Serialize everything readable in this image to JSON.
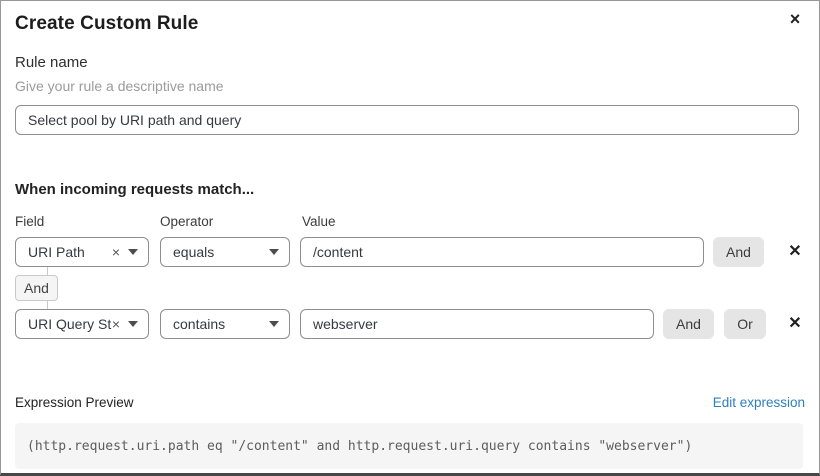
{
  "dialog": {
    "title": "Create Custom Rule",
    "close_icon": "×"
  },
  "rule_name": {
    "label": "Rule name",
    "helper": "Give your rule a descriptive name",
    "value": "Select pool by URI path and query"
  },
  "matcher": {
    "heading": "When incoming requests match...",
    "columns": {
      "field": "Field",
      "operator": "Operator",
      "value": "Value"
    },
    "connector_label": "And",
    "rows": [
      {
        "field": "URI Path",
        "operator": "equals",
        "value": "/content",
        "and_label": "And",
        "clear_icon": "×",
        "remove_icon": "✕"
      },
      {
        "field": "URI Query St...",
        "operator": "contains",
        "value": "webserver",
        "and_label": "And",
        "or_label": "Or",
        "clear_icon": "×",
        "remove_icon": "✕"
      }
    ]
  },
  "expression": {
    "label": "Expression Preview",
    "edit_link": "Edit expression",
    "code": "(http.request.uri.path eq \"/content\" and http.request.uri.query contains \"webserver\")"
  },
  "colors": {
    "link_blue": "#2d7fc0",
    "button_gray": "#e5e5e5",
    "code_bg": "#f5f5f5",
    "border_gray": "#8e8e8e"
  }
}
